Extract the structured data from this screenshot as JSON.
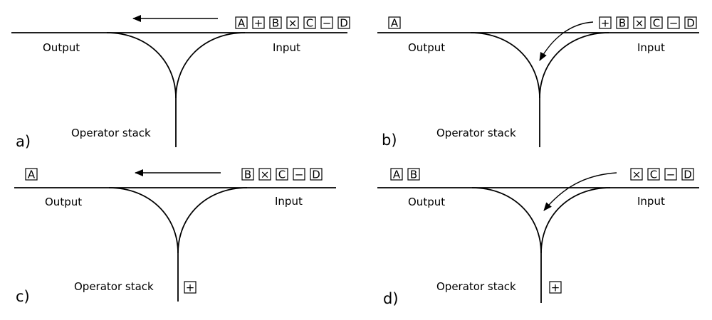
{
  "labels": {
    "output": "Output",
    "input": "Input",
    "stack": "Operator stack"
  },
  "panels": [
    {
      "id": "a",
      "letter": "a)",
      "output_tokens": [],
      "input_tokens": [
        "A",
        "+",
        "B",
        "×",
        "C",
        "−",
        "D"
      ],
      "stack_tokens": [],
      "arrow": "to-output"
    },
    {
      "id": "b",
      "letter": "b)",
      "output_tokens": [
        "A"
      ],
      "input_tokens": [
        "+",
        "B",
        "×",
        "C",
        "−",
        "D"
      ],
      "stack_tokens": [],
      "arrow": "to-stack"
    },
    {
      "id": "c",
      "letter": "c)",
      "output_tokens": [
        "A"
      ],
      "input_tokens": [
        "B",
        "×",
        "C",
        "−",
        "D"
      ],
      "stack_tokens": [
        "+"
      ],
      "arrow": "to-output"
    },
    {
      "id": "d",
      "letter": "d)",
      "output_tokens": [
        "A",
        "B"
      ],
      "input_tokens": [
        "×",
        "C",
        "−",
        "D"
      ],
      "stack_tokens": [
        "+"
      ],
      "arrow": "to-stack"
    }
  ]
}
